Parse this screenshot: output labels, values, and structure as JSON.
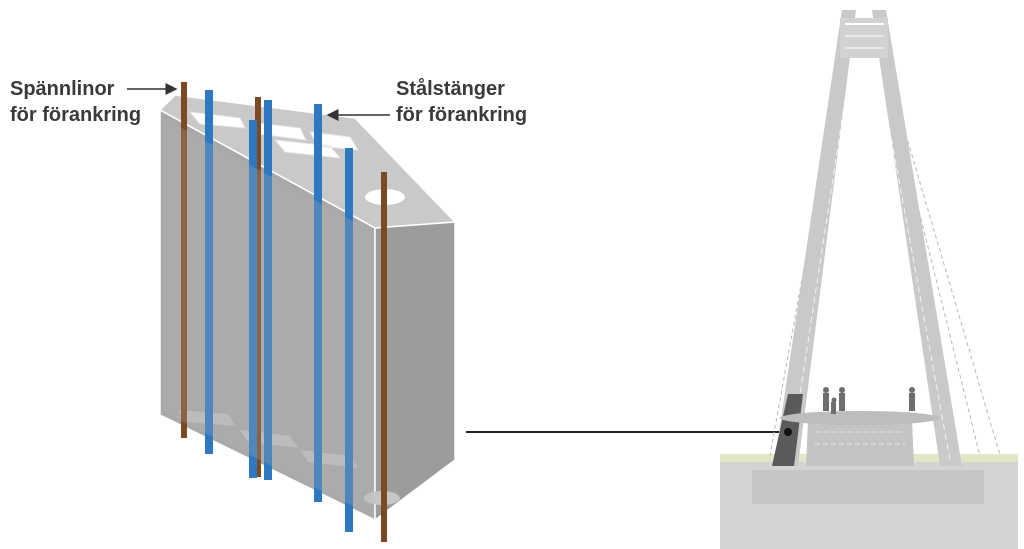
{
  "labels": {
    "left": {
      "line1": "Spännlinor",
      "line2": "för förankring"
    },
    "right": {
      "line1": "Stålstänger",
      "line2": "för förankring"
    }
  },
  "colors": {
    "tendon": "#7a4a22",
    "steel_bar": "#2e78c0",
    "block_front": "#a8a8a8",
    "block_top": "#c8c8c8",
    "block_side": "#9a9a9a",
    "tower": "#c8c8c8",
    "ground": "#e0e7c8",
    "foundation": "#d0d0d0"
  }
}
